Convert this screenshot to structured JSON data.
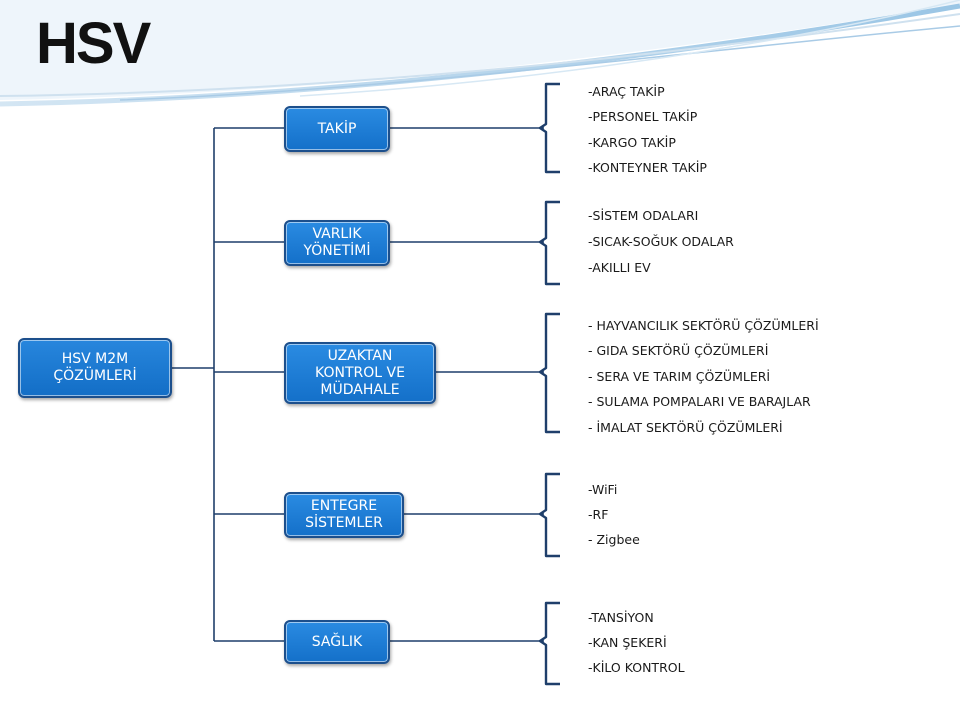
{
  "logo": "HSV",
  "colors": {
    "node_fill": "#1f7fd9",
    "node_border": "#1c4f8c",
    "line": "#1f3f6b",
    "text": "#1a1a1a",
    "swoosh": "#b9d5ea"
  },
  "root": {
    "label": "HSV M2M\nÇÖZÜMLERİ"
  },
  "branches": [
    {
      "label": "TAKİP",
      "items": [
        "-ARAÇ TAKİP",
        "-PERSONEL TAKİP",
        "-KARGO TAKİP",
        "-KONTEYNER TAKİP"
      ]
    },
    {
      "label": "VARLIK\nYÖNETİMİ",
      "items": [
        "-SİSTEM ODALARI",
        "-SICAK-SOĞUK ODALAR",
        "-AKILLI EV"
      ]
    },
    {
      "label": "UZAKTAN\nKONTROL VE\nMÜDAHALE",
      "items": [
        "- HAYVANCILIK SEKTÖRÜ ÇÖZÜMLERİ",
        "- GIDA SEKTÖRÜ ÇÖZÜMLERİ",
        "- SERA VE TARIM ÇÖZÜMLERİ",
        "- SULAMA POMPALARI VE BARAJLAR",
        "- İMALAT SEKTÖRÜ ÇÖZÜMLERİ"
      ]
    },
    {
      "label": "ENTEGRE\nSİSTEMLER",
      "items": [
        "-WiFi",
        "-RF",
        "- Zigbee"
      ]
    },
    {
      "label": "SAĞLIK",
      "items": [
        "-TANSİYON",
        "-KAN ŞEKERİ",
        "-KİLO KONTROL"
      ]
    }
  ]
}
